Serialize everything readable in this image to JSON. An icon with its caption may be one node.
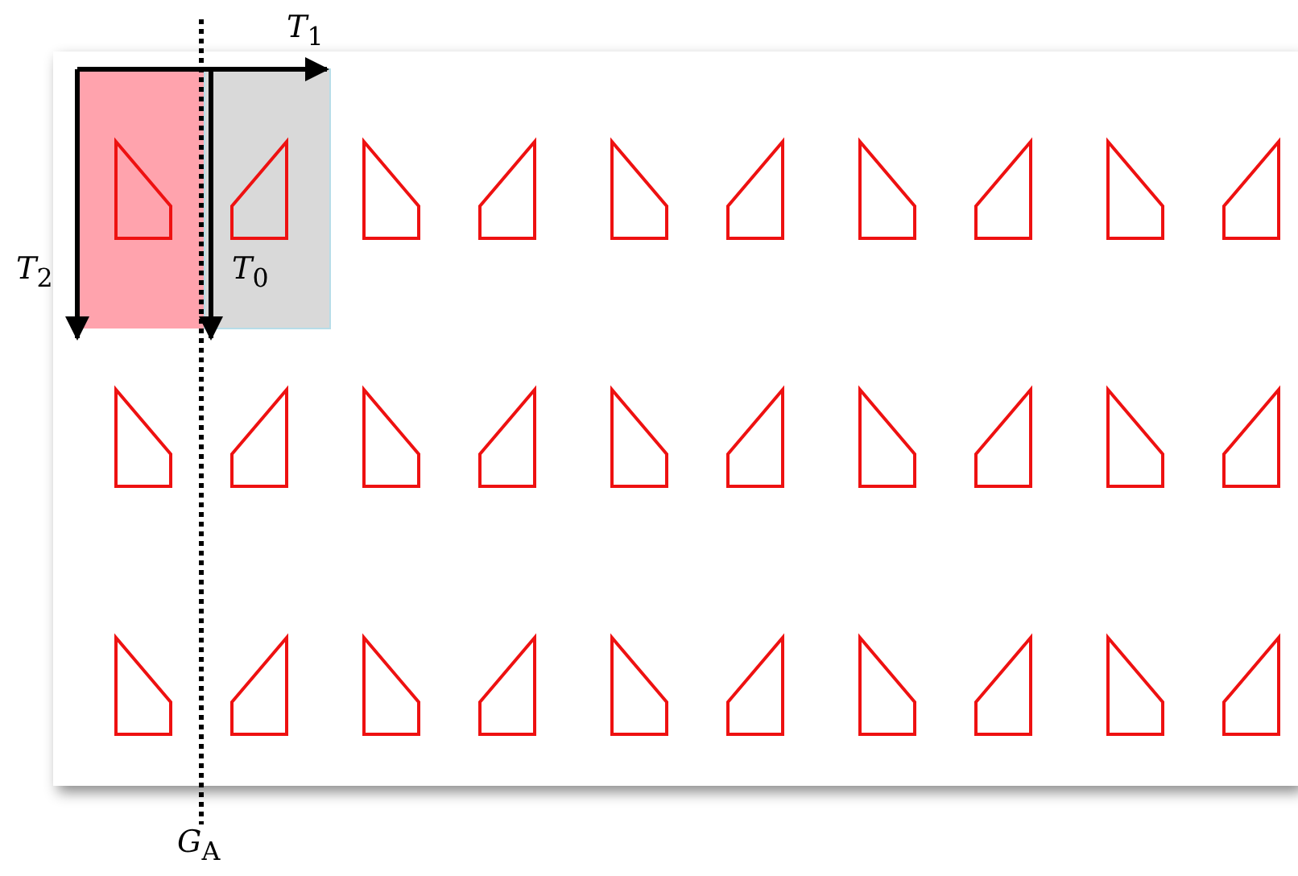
{
  "diagram": {
    "labels": [
      "*T*$_{1}$",
      "*T*$_{2}$",
      "*T*$_{0}$",
      "*G*$_{A}$"
    ]
  }
}
